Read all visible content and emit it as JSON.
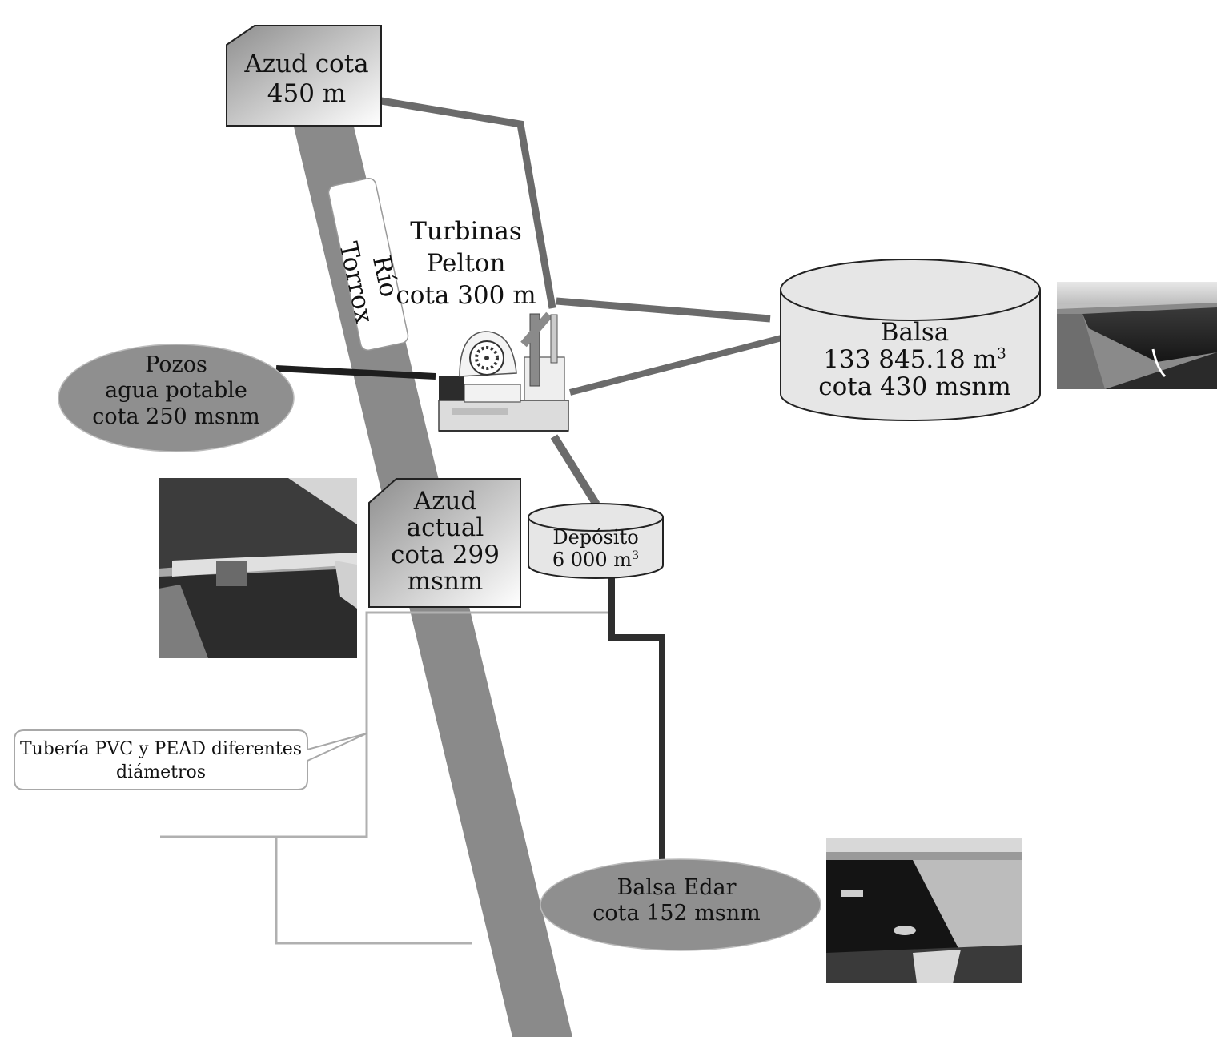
{
  "colors": {
    "river": "#8a8a8a",
    "pipe_main": "#6b6b6b",
    "pipe_dark": "#2a2a2a",
    "pvc_line": "#b0b0b0",
    "oval_fill": "#8f8f8f",
    "tank_fill": "#e6e6e6"
  },
  "river": {
    "label": "Río Torrox"
  },
  "azud_top": {
    "line1": "Azud cota",
    "line2": "450 m"
  },
  "turbinas": {
    "line1": "Turbinas",
    "line2": "Pelton",
    "line3": "cota 300 m"
  },
  "balsa": {
    "line1": "Balsa",
    "line2_value": "133 845.18 m",
    "line2_sup": "3",
    "line3": "cota 430 msnm"
  },
  "pozos": {
    "line1": "Pozos",
    "line2": "agua potable",
    "line3": "cota 250 msnm"
  },
  "azud_actual": {
    "line1": "Azud",
    "line2": "actual",
    "line3": "cota 299",
    "line4": "msnm"
  },
  "deposito": {
    "line1": "Depósito",
    "line2_value": "6 000 m",
    "line2_sup": "3"
  },
  "tuberia": {
    "line1": "Tubería PVC y PEAD diferentes",
    "line2": "diámetros"
  },
  "balsa_edar": {
    "line1": "Balsa Edar",
    "line2": "cota 152 msnm"
  },
  "photos": [
    {
      "name": "balsa-photo",
      "subject": "reservoir"
    },
    {
      "name": "azud-photo",
      "subject": "weir"
    },
    {
      "name": "edar-photo",
      "subject": "wastewater pond"
    }
  ]
}
